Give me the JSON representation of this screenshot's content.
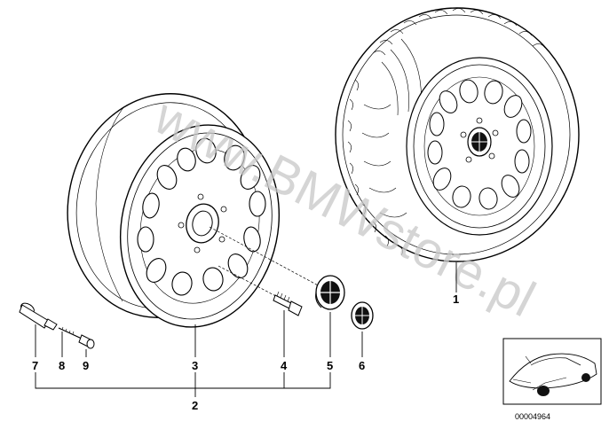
{
  "watermark": "www.BMWstore.pl",
  "document_number": "00004964",
  "callouts": {
    "p1": "1",
    "p2": "2",
    "p3": "3",
    "p4": "4",
    "p5": "5",
    "p6": "6",
    "p7": "7",
    "p8": "8",
    "p9": "9"
  },
  "icons": [
    "alloy-rim-icon",
    "complete-wheel-icon",
    "wheel-bolt-icon",
    "hub-cap-icon",
    "emblem-icon",
    "tire-valve-icon",
    "valve-core-icon",
    "valve-cap-icon",
    "car-thumbnail-icon"
  ]
}
